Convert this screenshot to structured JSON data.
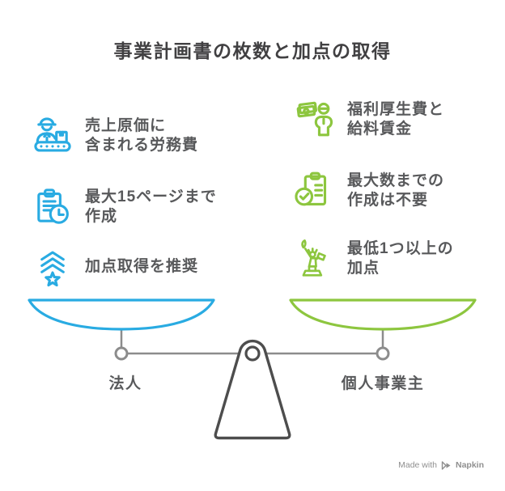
{
  "title": {
    "text": "事業計画書の枚数と加点の取得"
  },
  "left": {
    "accent": "#29ABE2",
    "items": [
      {
        "icon": "worker-conveyor-icon",
        "lines": [
          "売上原価に",
          "含まれる労務費"
        ]
      },
      {
        "icon": "clipboard-clock-icon",
        "lines": [
          "最大15ページまで",
          "作成"
        ]
      },
      {
        "icon": "chevrons-up-star-icon",
        "lines": [
          "加点取得を推奨"
        ]
      }
    ]
  },
  "right": {
    "accent": "#8DC63F",
    "items": [
      {
        "icon": "money-person-icon",
        "lines": [
          "福利厚生費と",
          "給料賃金"
        ]
      },
      {
        "icon": "clipboard-check-icon",
        "lines": [
          "最大数までの",
          "作成は不要"
        ]
      },
      {
        "icon": "award-statue-icon",
        "lines": [
          "最低1つ以上の",
          "加点"
        ]
      }
    ]
  },
  "scale": {
    "left_label": "法人",
    "right_label": "個人事業主",
    "left_pan_color": "#29ABE2",
    "right_pan_color": "#8DC63F",
    "outline_color": "#4D4D4D",
    "beam_color": "#8C8C8C"
  },
  "footer": {
    "made_with": "Made with",
    "logo_icon": "napkin-logo-icon",
    "brand": "Napkin"
  },
  "colors": {
    "background": "#FFFFFF",
    "title_text": "#414042",
    "body_text": "#58595B",
    "footer_text": "#8F8F8F"
  }
}
